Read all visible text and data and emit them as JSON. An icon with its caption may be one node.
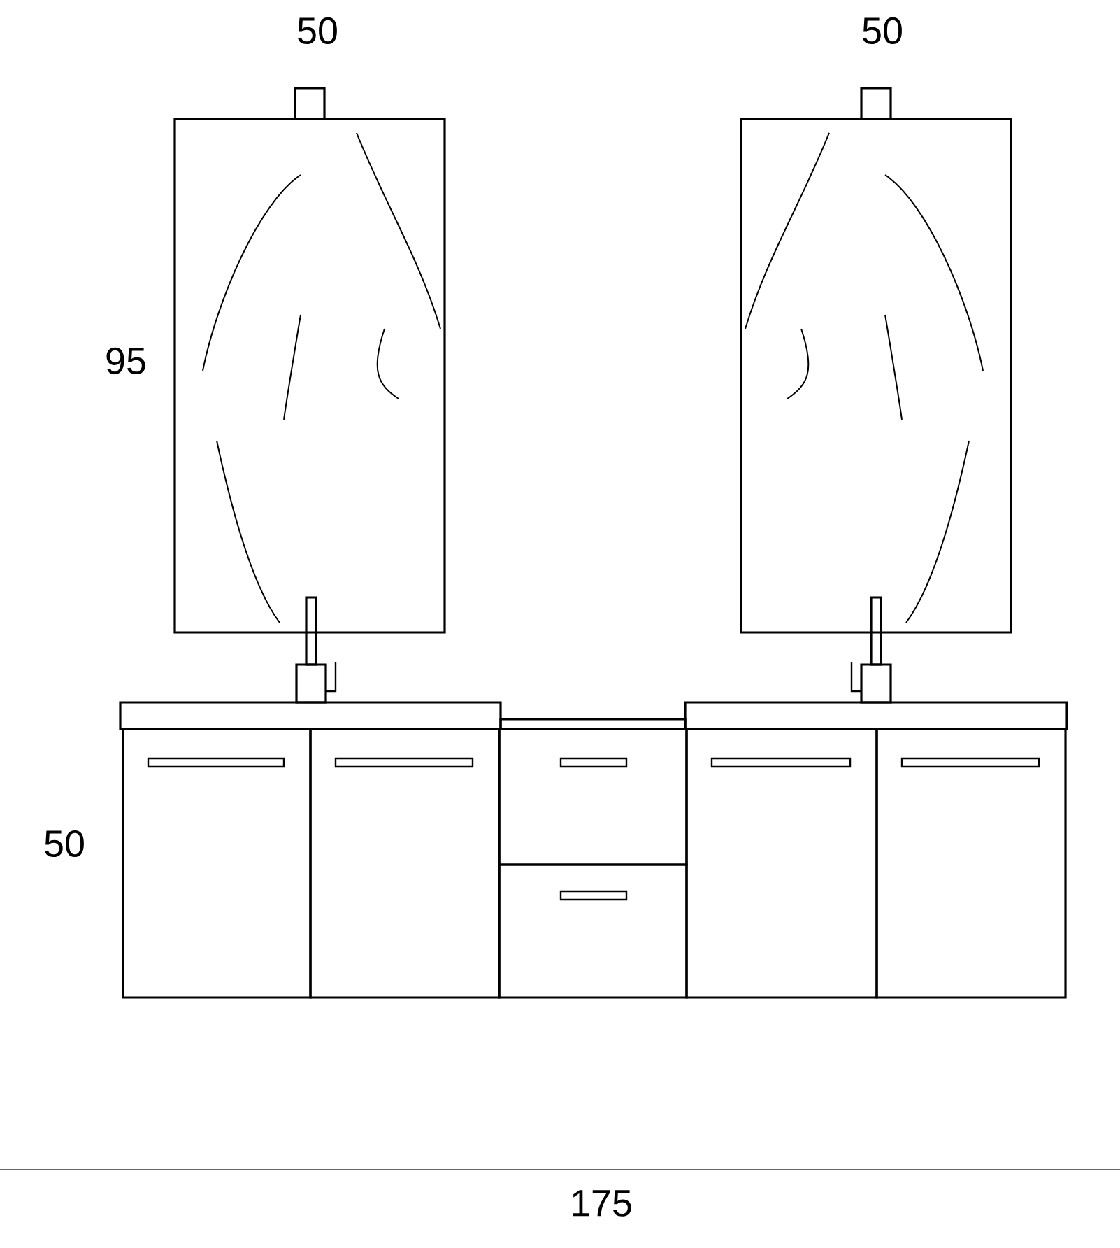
{
  "diagram": {
    "labels": [
      "50",
      "50",
      "95",
      "50",
      "175"
    ]
  }
}
